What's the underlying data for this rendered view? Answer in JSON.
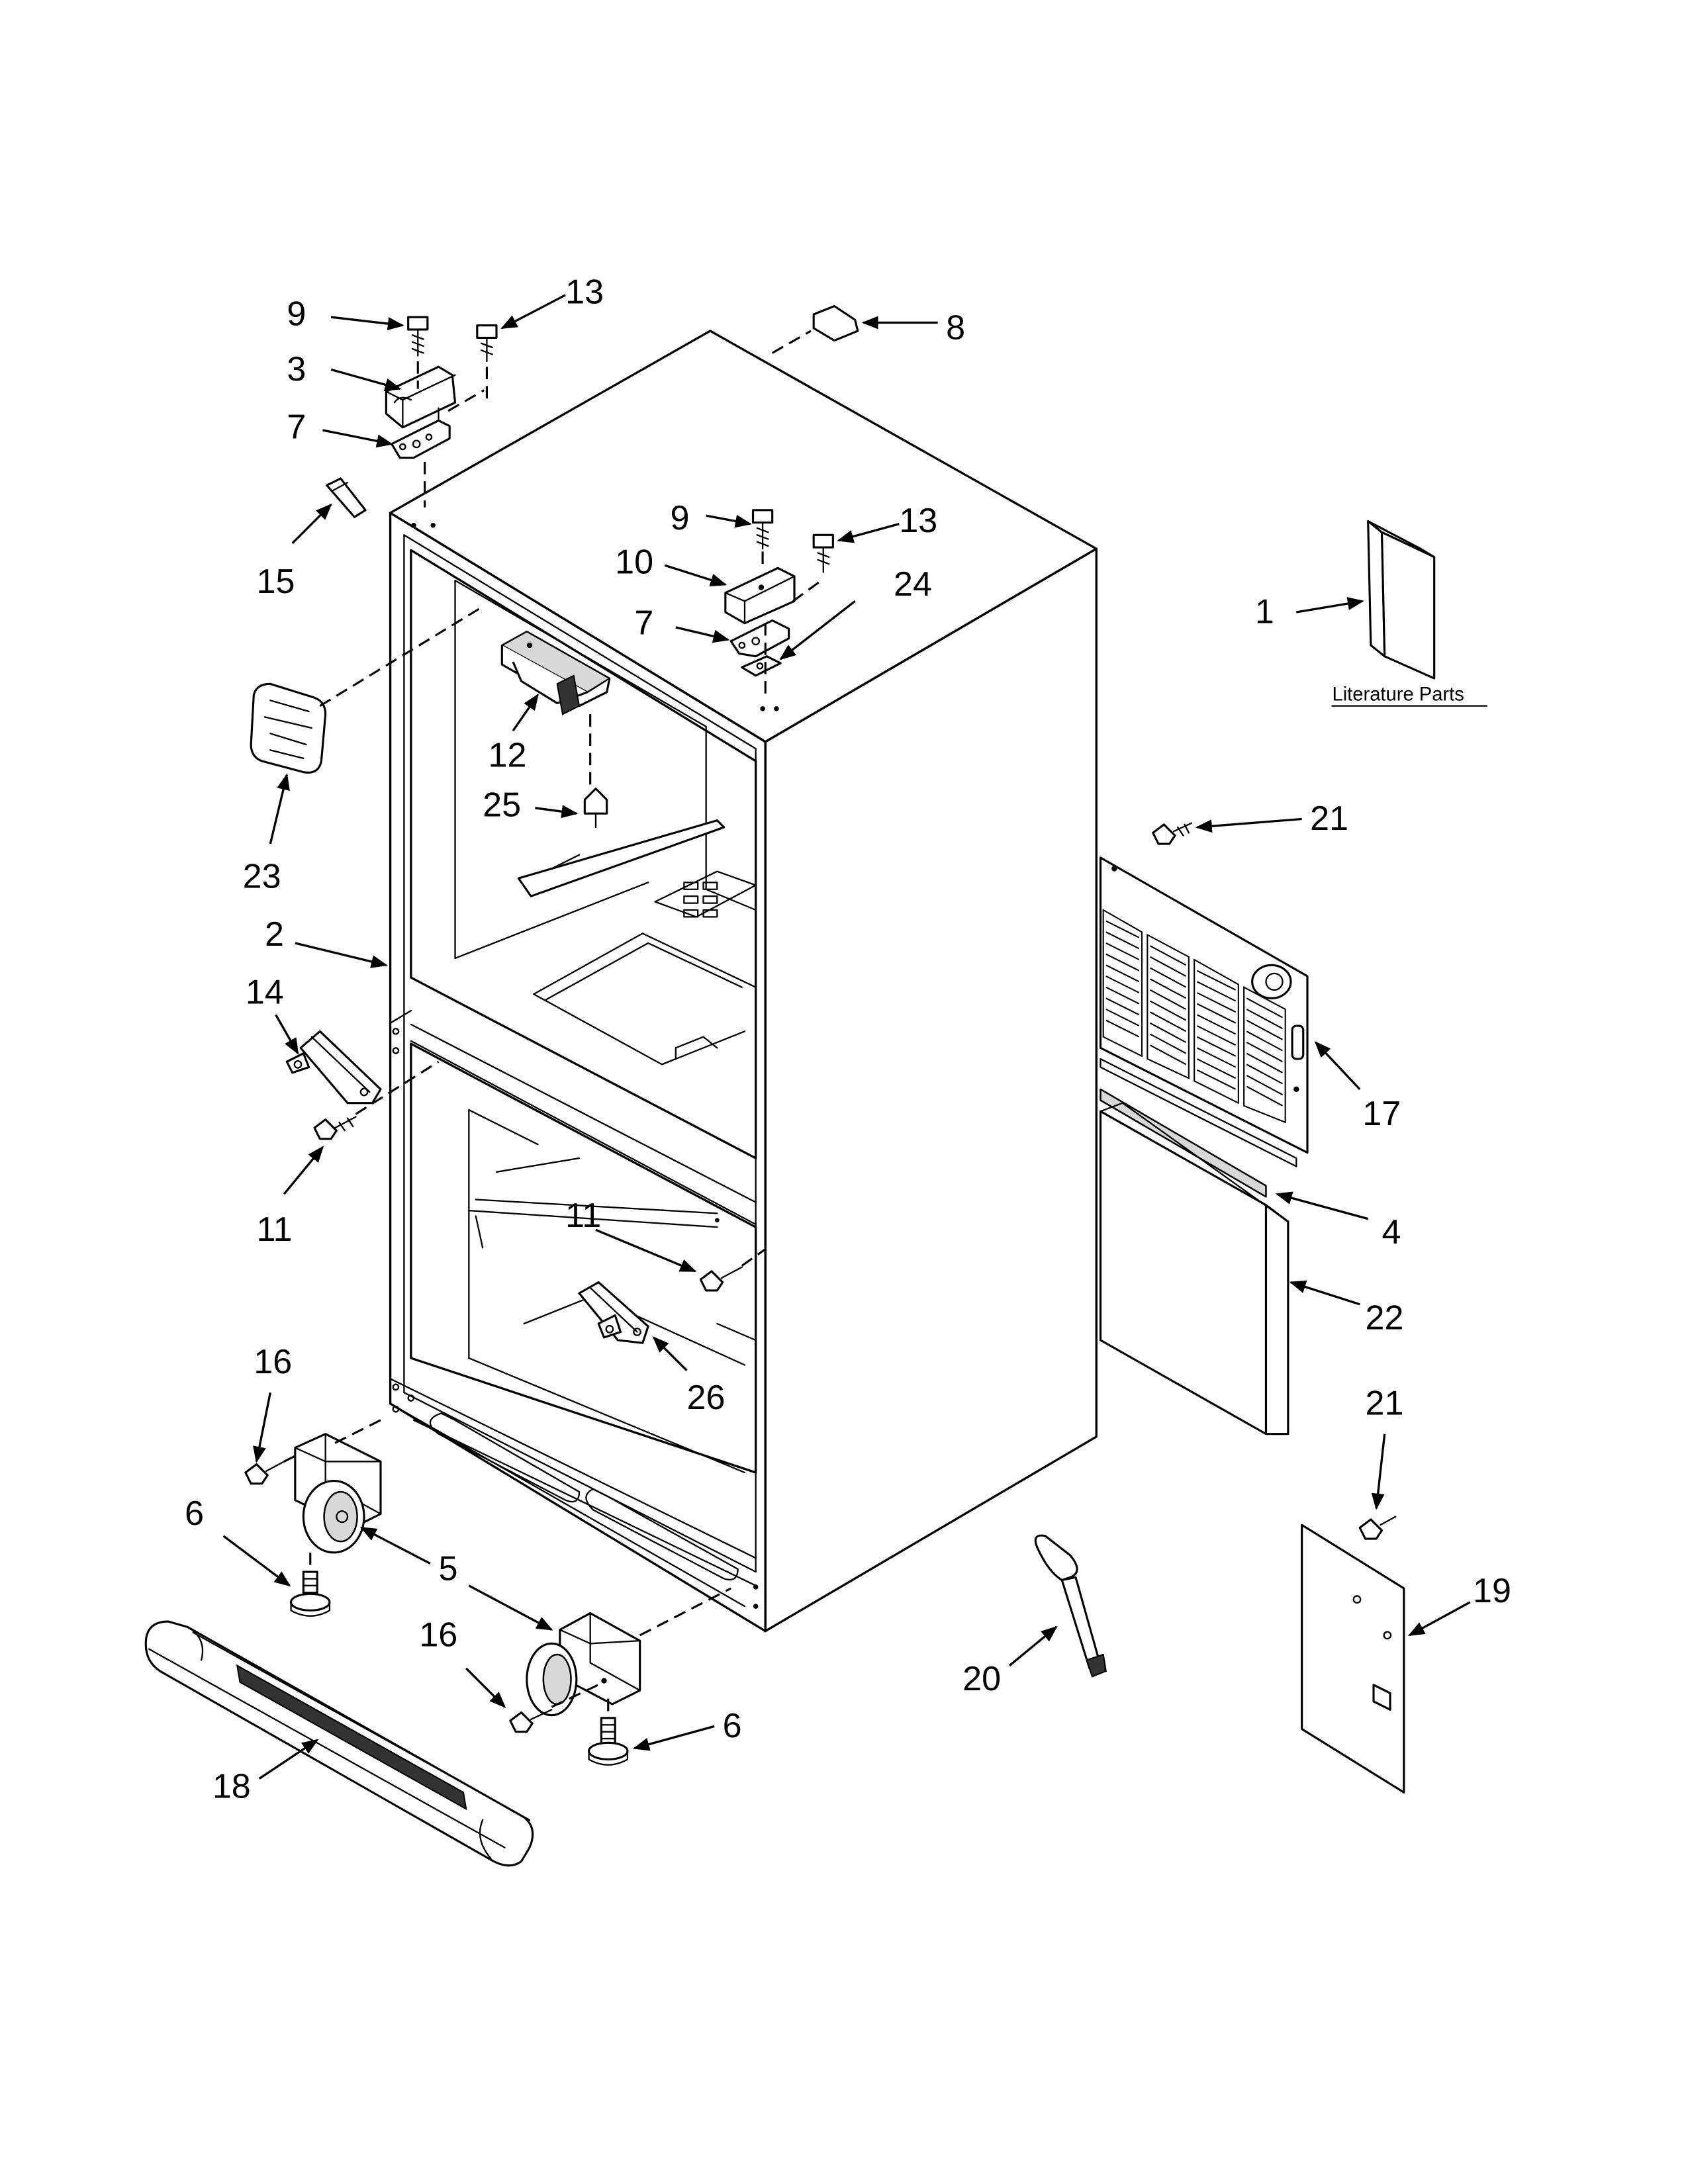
{
  "diagram": {
    "literature_label": "Literature Parts",
    "callouts": {
      "c1": "1",
      "c2": "2",
      "c3": "3",
      "c4": "4",
      "c5": "5",
      "c6a": "6",
      "c6b": "6",
      "c7a": "7",
      "c7b": "7",
      "c8": "8",
      "c9a": "9",
      "c9b": "9",
      "c10": "10",
      "c11a": "11",
      "c11b": "11",
      "c12": "12",
      "c13a": "13",
      "c13b": "13",
      "c14": "14",
      "c15": "15",
      "c16a": "16",
      "c16b": "16",
      "c17": "17",
      "c18": "18",
      "c19": "19",
      "c20": "20",
      "c21a": "21",
      "c21b": "21",
      "c22": "22",
      "c23": "23",
      "c24": "24",
      "c25": "25",
      "c26": "26"
    }
  }
}
